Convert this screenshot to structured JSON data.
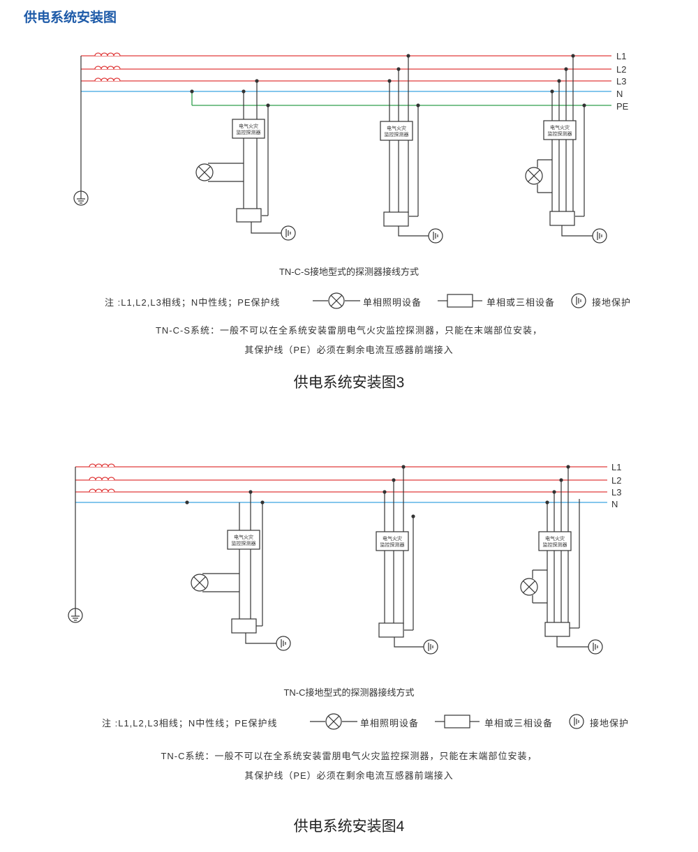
{
  "header": {
    "title": "供电系统安装图"
  },
  "colors": {
    "phase": "#e03a3a",
    "neutral": "#3aa3e0",
    "pe": "#2e9e4a",
    "wire": "#333333",
    "header": "#1d5aa8"
  },
  "detector_label": [
    "电气火灾",
    "监控探测器"
  ],
  "figures": [
    {
      "line_labels": [
        "L1",
        "L2",
        "L3",
        "N",
        "PE"
      ],
      "subtitle": "TN-C-S接地型式的探测器接线方式",
      "legend": {
        "note": "注 :L1,L2,L3相线；N中性线；PE保护线",
        "lamp_label": "单相照明设备",
        "device_label": "单相或三相设备",
        "ground_label": "接地保护"
      },
      "description": [
        "TN-C-S系统：一般不可以在全系统安装雷朋电气火灾监控探测器，只能在末端部位安装，",
        "其保护线（PE）必须在剩余电流互感器前端接入"
      ],
      "title": "供电系统安装图3"
    },
    {
      "line_labels": [
        "L1",
        "L2",
        "L3",
        "N"
      ],
      "subtitle": "TN-C接地型式的探测器接线方式",
      "legend": {
        "note": "注 :L1,L2,L3相线；N中性线；PE保护线",
        "lamp_label": "单相照明设备",
        "device_label": "单相或三相设备",
        "ground_label": "接地保护"
      },
      "description": [
        "TN-C系统：一般不可以在全系统安装雷朋电气火灾监控探测器，只能在末端部位安装，",
        "其保护线（PE）必须在剩余电流互感器前端接入"
      ],
      "title": "供电系统安装图4"
    }
  ]
}
